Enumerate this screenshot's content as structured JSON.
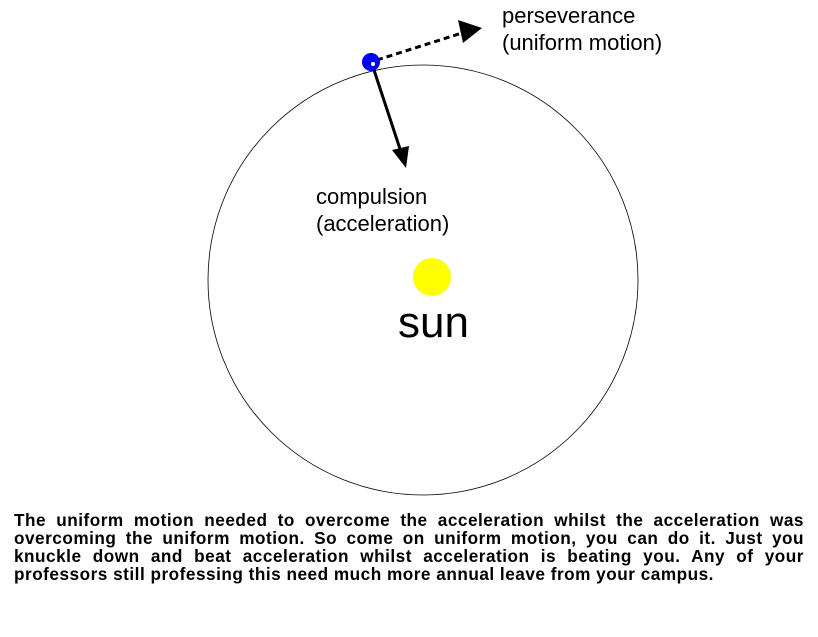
{
  "labels": {
    "perseverance_line1": "perseverance",
    "perseverance_line2": "(uniform motion)",
    "compulsion_line1": "compulsion",
    "compulsion_line2": "(acceleration)",
    "sun": "sun"
  },
  "caption": "The uniform motion needed to overcome the acceleration whilst the acceleration was overcoming the uniform motion.  So come on uniform motion, you can do it.  Just you knuckle down and beat acceleration whilst acceleration is beating you. Any of your professors still professing this need much more annual leave from your campus.",
  "colors": {
    "orbit": "#000000",
    "sun": "#ffff00",
    "planet": "#0000ff",
    "arrow": "#000000",
    "text": "#000000"
  }
}
